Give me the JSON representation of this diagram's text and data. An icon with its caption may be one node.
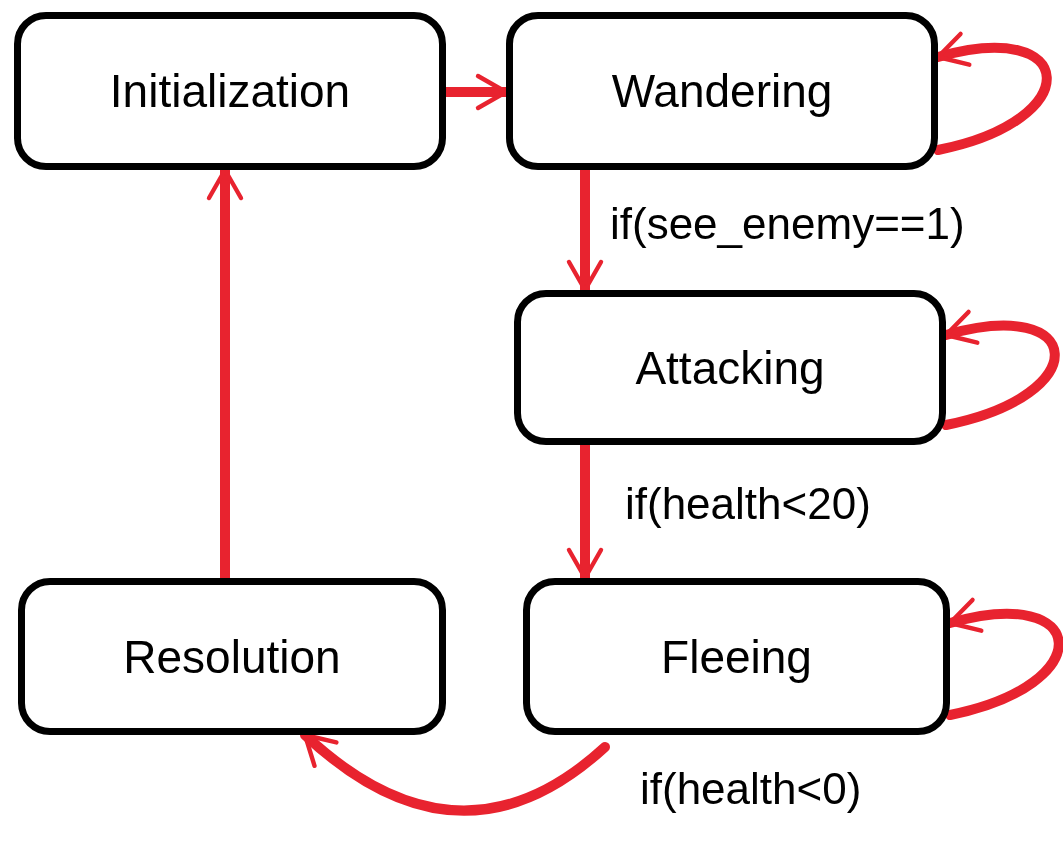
{
  "diagram": {
    "nodes": [
      {
        "text": [
          "Initialization"
        ]
      },
      {
        "text": [
          "Wandering"
        ]
      },
      {
        "text": [
          "Attacking"
        ]
      },
      {
        "text": [
          "Resolution"
        ]
      },
      {
        "text": [
          "Fleeing"
        ]
      }
    ],
    "edges": [
      {
        "from": 0,
        "to": 1,
        "arrow": "to"
      },
      {
        "from": 1,
        "to": 1,
        "arrow": "to"
      },
      {
        "from": 1,
        "to": 2,
        "arrow": "to",
        "label": "if(see_enemy==1)"
      },
      {
        "from": 2,
        "to": 2,
        "arrow": "to"
      },
      {
        "from": 2,
        "to": 4,
        "arrow": "to",
        "label": "if(health<20)"
      },
      {
        "from": 4,
        "to": 4,
        "arrow": "to"
      },
      {
        "from": 4,
        "to": 3,
        "arrow": "to",
        "label": "if(health<0)"
      },
      {
        "from": 3,
        "to": 0,
        "arrow": "to"
      }
    ]
  }
}
